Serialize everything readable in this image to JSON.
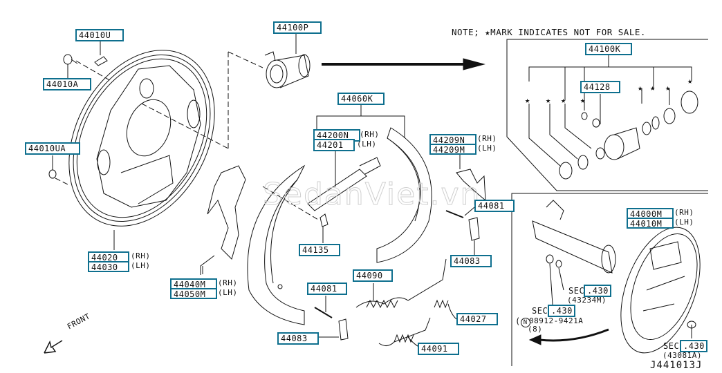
{
  "note": "NOTE; ★MARK INDICATES NOT FOR SALE.",
  "watermark": "SedanViet.vn",
  "diagram_code": "J441013J",
  "front_label": "FRONT",
  "labels": {
    "p44010U": "44010U",
    "p44010A": "44010A",
    "p44010UA": "44010UA",
    "p44100P": "44100P",
    "p44060K": "44060K",
    "p44200N": "44200N",
    "p44201": "44201",
    "p44209N": "44209N",
    "p44209M": "44209M",
    "p44100K": "44100K",
    "p44128": "44128",
    "p44081a": "44081",
    "p44083a": "44083",
    "p44135": "44135",
    "p44090": "44090",
    "p44081b": "44081",
    "p44083b": "44083",
    "p44027": "44027",
    "p44091": "44091",
    "p44020": "44020",
    "p44030": "44030",
    "p44040M": "44040M",
    "p44050M": "44050M",
    "p44000M": "44000M",
    "p44010M": "44010M",
    "sec430a": ".430",
    "sec430b": ".430",
    "sec430c": ".430"
  },
  "suffix": {
    "rh": "(RH)",
    "lh": "(LH)"
  },
  "sec_prefix": "SEC",
  "sec_notes": {
    "a_sub": "(43234M)",
    "b_part": "08912-9421A",
    "b_qty": "(8)",
    "b_symbol": "N",
    "c_sub": "(43081A)"
  },
  "star_glyph": "★"
}
